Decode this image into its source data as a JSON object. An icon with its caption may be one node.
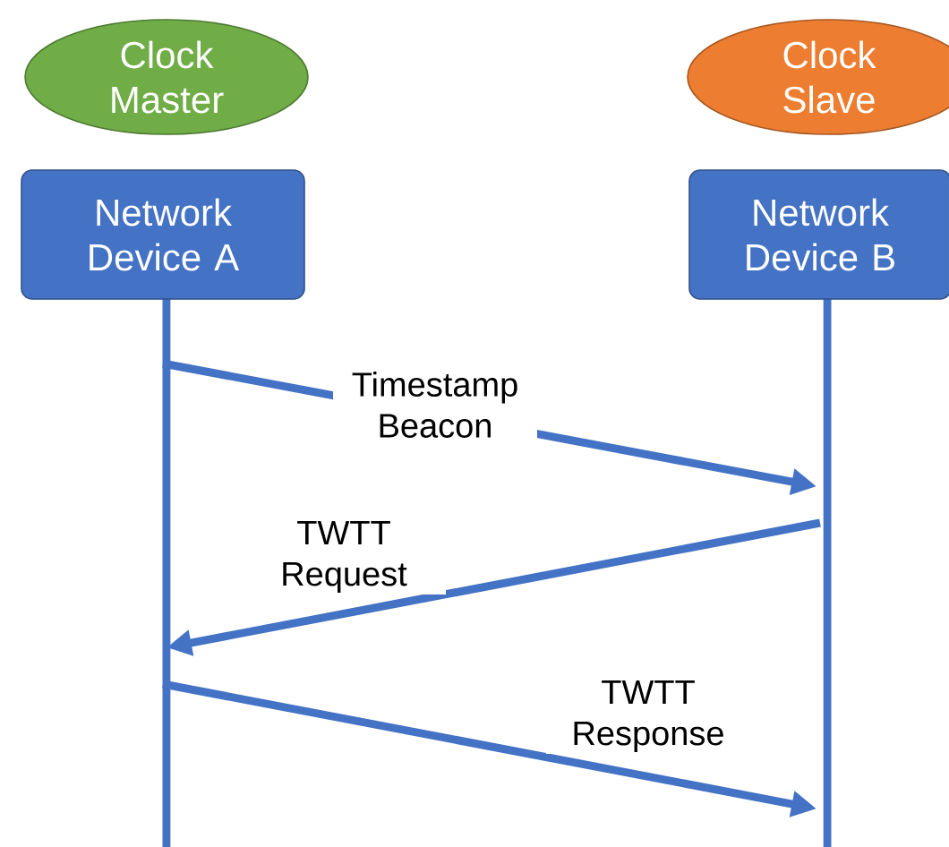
{
  "diagram": {
    "nodes": [
      {
        "text": [
          "Clock Master"
        ]
      },
      {
        "text": [
          "Clock Slave"
        ]
      },
      {
        "text": [
          "Network Device A"
        ]
      },
      {
        "text": [
          "Network Device B"
        ]
      }
    ],
    "edges": [
      {
        "from": 2,
        "to": 3,
        "arrow": "to",
        "label": "Timestamp Beacon"
      },
      {
        "from": 3,
        "to": 2,
        "arrow": "to",
        "label": "TWTT Request"
      },
      {
        "from": 2,
        "to": 3,
        "arrow": "to",
        "label": "TWTT Response"
      }
    ]
  }
}
